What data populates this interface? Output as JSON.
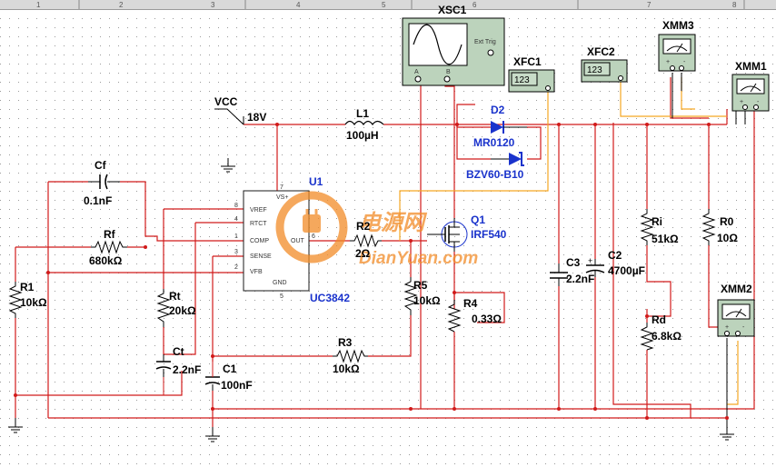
{
  "ruler": {
    "numbers": [
      "1",
      "2",
      "3",
      "4",
      "5",
      "6",
      "7",
      "8"
    ]
  },
  "colors": {
    "wire_red": "#d11a1a",
    "wire_black": "#000000",
    "wire_orange": "#f5a623",
    "wire_gray": "#333333",
    "blue_text": "#1a33cc",
    "instrument": "#bcd3bc",
    "watermark": "#f28c28"
  },
  "labels": {
    "vcc": "VCC",
    "v18": "18V",
    "l1": "L1",
    "l1_val": "100µH",
    "d2": "D2",
    "d2_model": "MR0120",
    "bzv": "BZV60-B10",
    "cf": "Cf",
    "cf_val": "0.1nF",
    "rf": "Rf",
    "rf_val": "680kΩ",
    "r1": "R1",
    "r1_val": "10kΩ",
    "rt": "Rt",
    "rt_val": "20kΩ",
    "ct": "Ct",
    "ct_val": "2.2nF",
    "c1": "C1",
    "c1_val": "100nF",
    "u1": "U1",
    "u1_model": "UC3842",
    "r2": "R2",
    "r2_val": "2Ω",
    "q1": "Q1",
    "q1_model": "IRF540",
    "r5": "R5",
    "r5_val": "10kΩ",
    "r4": "R4",
    "r4_val": "0.33Ω",
    "r3": "R3",
    "r3_val": "10kΩ",
    "c3": "C3",
    "c3_val": "2.2nF",
    "c2": "C2",
    "c2_val": "4700µF",
    "ri": "Ri",
    "ri_val": "51kΩ",
    "rd": "Rd",
    "rd_val": "6.8kΩ",
    "r0": "R0",
    "r0_val": "10Ω"
  },
  "ic_pins": {
    "vs": "VS+",
    "vref": "VREF",
    "rtct": "RTCT",
    "comp": "COMP",
    "sense": "SENSE",
    "vfb": "VFB",
    "gnd": "GND",
    "out": "OUT",
    "n8": "8",
    "n4": "4",
    "n1": "1",
    "n3": "3",
    "n2": "2",
    "n5": "5",
    "n7": "7",
    "n6": "6"
  },
  "instruments": {
    "xsc1": "XSC1",
    "xsc1_ext": "Ext Trig",
    "xsc1_a": "A",
    "xsc1_b": "B",
    "xfc1": "XFC1",
    "xfc1_display": "123",
    "xfc2": "XFC2",
    "xfc2_display": "123",
    "xmm1": "XMM1",
    "xmm2": "XMM2",
    "xmm3": "XMM3"
  },
  "watermark": {
    "line1": "电源网",
    "line2": "DianYuan.com"
  }
}
